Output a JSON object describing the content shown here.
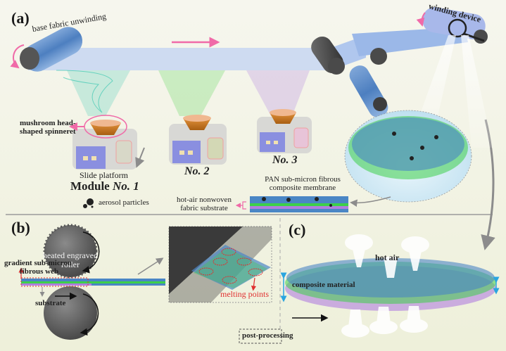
{
  "figure": {
    "colors": {
      "background_top": "#f4f5ea",
      "background_bottom": "#eef0da",
      "fabric_blue": "#9bb8e8",
      "roller_dark": "#4a4a4a",
      "pink_arrow": "#f06aa8",
      "jet_teal": "#3fc9b2",
      "jet_green": "#5fd35a",
      "jet_purple": "#b58be0",
      "spinneret_orange": "#c9771f",
      "platform_box": "#cfcfcf",
      "power_unit": "#8a8fe0",
      "fiber_blue": "#4a86c5",
      "fiber_green": "#3ecf4a",
      "fiber_purple": "#b07ee0",
      "red_dotted": "#e03030",
      "cyan_arrow": "#2aa5e0",
      "gray_arrow": "#8c8c8c"
    },
    "panel_a": {
      "tag": "(a)",
      "base_fabric": "base fabric unwinding",
      "winding_device": "winding device",
      "spinneret_line1": "mushroom head-",
      "spinneret_line2": "shaped spinneret",
      "slide_platform": "Slide platform",
      "module_word": "Module ",
      "module_no1": "No. 1",
      "module_no2": "No. 2",
      "module_no3": "No. 3",
      "aerosol": "aerosol particles",
      "membrane_line1": "PAN sub-micron fibrous",
      "membrane_line2": "composite membrane",
      "substrate_line1": "hot-air nonwoven",
      "substrate_line2": "fabric substrate"
    },
    "panel_b": {
      "tag": "(b)",
      "roller_line1": "heated engraved",
      "roller_line2": "roller",
      "web_line1": "gradient sub-micron",
      "web_line2": "fibrous web",
      "substrate": "substrate",
      "melting_points": "melting points"
    },
    "panel_c": {
      "tag": "(c)",
      "hot_air": "hot air",
      "composite_material": "composite material",
      "post_processing": "post-processing"
    }
  }
}
